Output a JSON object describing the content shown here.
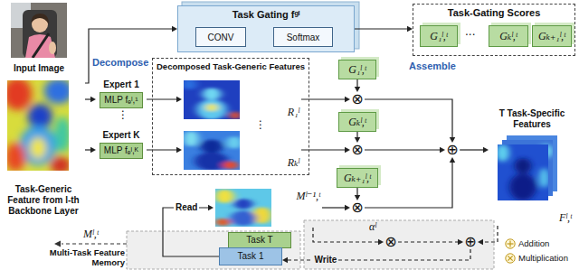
{
  "diagram": {
    "nodes": [
      {
        "text": [
          "Input Image"
        ]
      },
      {
        "text": [
          "Task-Generic Feature from l-th Backbone Layer"
        ]
      },
      {
        "text": [
          "Task Gating fᵍˡ"
        ]
      },
      {
        "text": [
          "CONV"
        ],
        "in": 2
      },
      {
        "text": [
          "Softmax"
        ],
        "in": 2
      },
      {
        "text": [
          "Task-Gating Scores"
        ]
      },
      {
        "text": [
          "G₁ˡ,ᵗ"
        ],
        "in": 5
      },
      {
        "text": [
          "Gₖˡ,ᵗ"
        ],
        "in": 5
      },
      {
        "text": [
          "Gₖ₊₁ˡ,ᵗ"
        ],
        "in": 5
      },
      {
        "text": [
          "Expert 1",
          "MLP fₑˡ,¹"
        ]
      },
      {
        "text": [
          "Expert K",
          "MLP fₑˡ,ᴷ"
        ]
      },
      {
        "text": [
          "Decomposed Task-Generic Features"
        ]
      },
      {
        "text": [
          "R₁ˡ"
        ],
        "in": 11
      },
      {
        "text": [
          "Rₖˡ"
        ],
        "in": 11
      },
      {
        "text": [
          "G₁ˡ,ᵗ"
        ]
      },
      {
        "text": [
          "Gₖˡ,ᵗ"
        ]
      },
      {
        "text": [
          "Gₖ₊₁ˡ,ᵗ"
        ]
      },
      {
        "text": [
          "⊗"
        ]
      },
      {
        "text": [
          "⊗"
        ]
      },
      {
        "text": [
          "⊗"
        ]
      },
      {
        "text": [
          "⊕"
        ]
      },
      {
        "text": [
          "T Task-Specific Features",
          "Fˡ,ᵗ"
        ]
      },
      {
        "text": [
          "Mˡ⁻¹,ᵗ"
        ]
      },
      {
        "text": [
          "Task T"
        ]
      },
      {
        "text": [
          "Task 1"
        ]
      },
      {
        "text": [
          "⊗"
        ]
      },
      {
        "text": [
          "⊕"
        ]
      }
    ],
    "edges": [
      {
        "from": 1,
        "to": 2,
        "arrow": "to"
      },
      {
        "from": 3,
        "to": 4,
        "arrow": "to"
      },
      {
        "from": 2,
        "to": 5,
        "arrow": "to"
      },
      {
        "from": 1,
        "to": 9,
        "arrow": "to"
      },
      {
        "from": 1,
        "to": 10,
        "arrow": "to"
      },
      {
        "from": 9,
        "to": 12,
        "arrow": "to"
      },
      {
        "from": 10,
        "to": 13,
        "arrow": "to"
      },
      {
        "from": 12,
        "to": 17,
        "arrow": "to"
      },
      {
        "from": 13,
        "to": 18,
        "arrow": "to"
      },
      {
        "from": 14,
        "to": 17,
        "arrow": "to"
      },
      {
        "from": 15,
        "to": 18,
        "arrow": "to"
      },
      {
        "from": 16,
        "to": 19,
        "arrow": "to"
      },
      {
        "from": 22,
        "to": 19,
        "arrow": "to"
      },
      {
        "from": 17,
        "to": 20,
        "arrow": "to"
      },
      {
        "from": 18,
        "to": 20,
        "arrow": "to"
      },
      {
        "from": 19,
        "to": 20,
        "arrow": "to"
      },
      {
        "from": 20,
        "to": 21,
        "arrow": "to"
      },
      {
        "from": 21,
        "to": 26,
        "arrow": "to"
      },
      {
        "from": 22,
        "to": 25,
        "arrow": "to"
      },
      {
        "from": 25,
        "to": 26,
        "arrow": "to"
      },
      {
        "from": 26,
        "to": 24,
        "label": "Write",
        "arrow": "to"
      },
      {
        "from": 24,
        "to": 22,
        "label": "Read",
        "arrow": "to"
      }
    ],
    "labels": [
      "Decompose",
      "Assemble",
      "⋮",
      "⋮",
      "···",
      "αˡ",
      "Mˡ,ᵗ",
      "Multi-Task Feature Memory"
    ],
    "legend": [
      {
        "text": "Addition"
      },
      {
        "text": "Multiplication"
      }
    ]
  }
}
